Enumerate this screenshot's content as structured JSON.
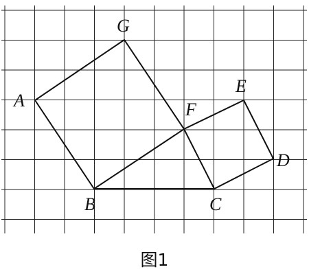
{
  "figure": {
    "caption": "图1",
    "points": {
      "A": "A",
      "B": "B",
      "C": "C",
      "D": "D",
      "E": "E",
      "F": "F",
      "G": "G"
    }
  }
}
